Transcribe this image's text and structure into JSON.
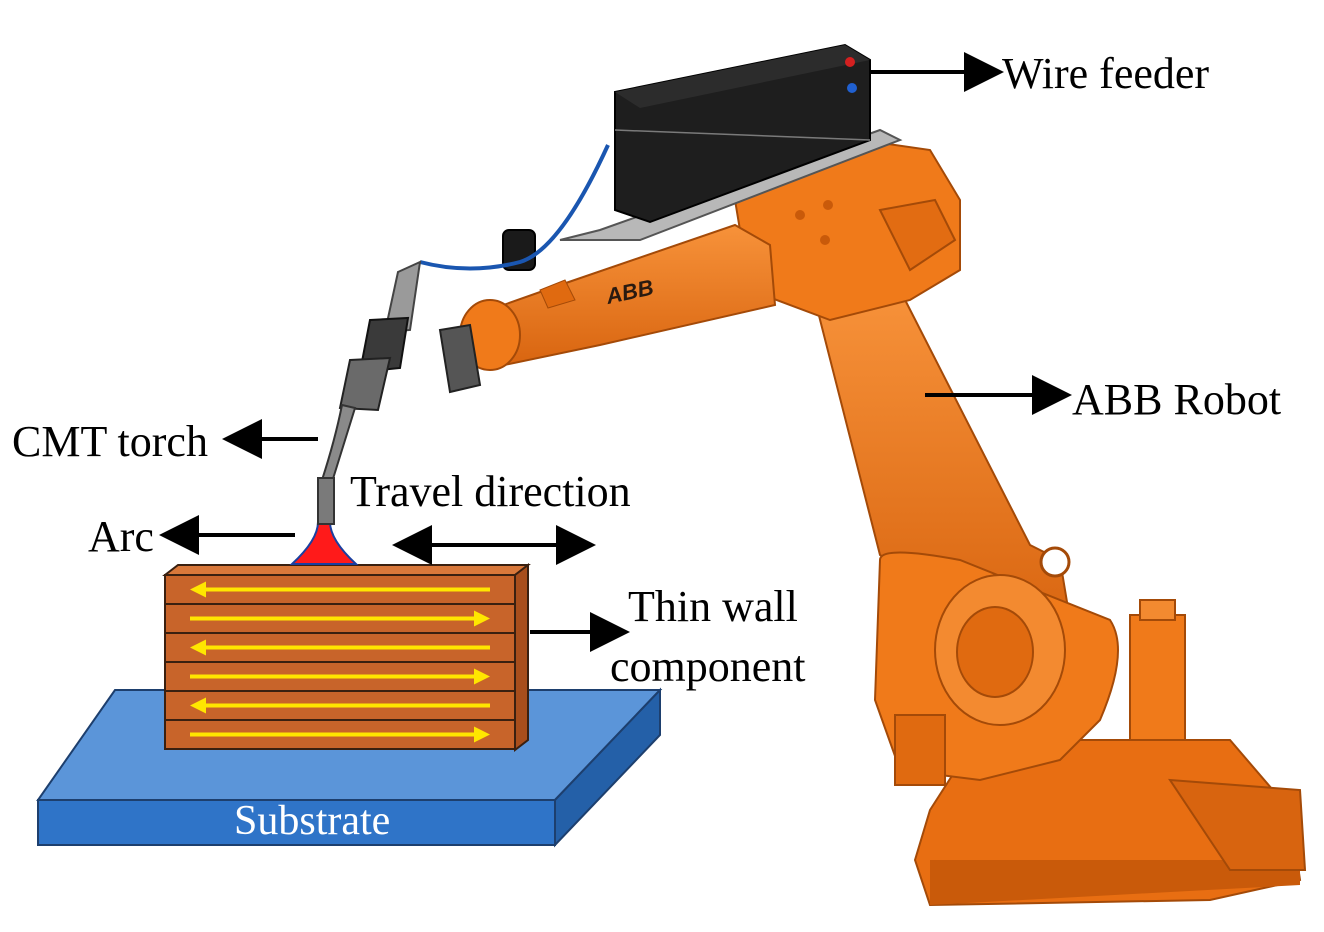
{
  "labels": {
    "wire_feeder": "Wire feeder",
    "abb_robot": "ABB Robot",
    "cmt_torch": "CMT torch",
    "travel_direction": "Travel direction",
    "arc": "Arc",
    "thin_wall_line1": "Thin wall",
    "thin_wall_line2": "component",
    "substrate": "Substrate",
    "robot_brand": "ABB"
  },
  "colors": {
    "robot_orange": "#f07a1a",
    "robot_orange_dark": "#c95a0a",
    "feeder_black": "#1e1e1e",
    "substrate_blue": "#2f74c8",
    "substrate_top": "#5b95d9",
    "layer_brown": "#c8642a",
    "layer_arrow": "#ffe600",
    "arc_red": "#ff1a1a"
  },
  "wall_layers": {
    "count": 6,
    "arrow_directions": [
      "left",
      "right",
      "left",
      "right",
      "left",
      "right"
    ]
  }
}
